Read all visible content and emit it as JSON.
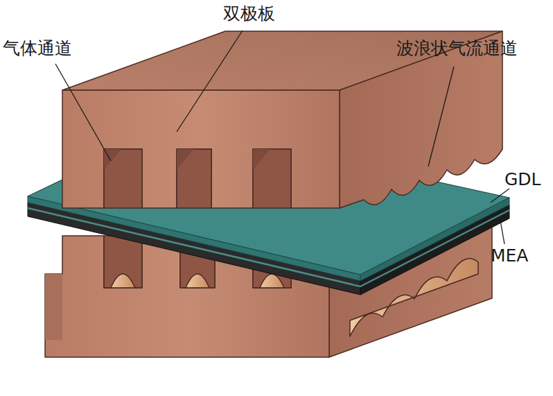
{
  "diagram": {
    "labels": [
      "双极板",
      "气体通道",
      "波浪状气流通道",
      "GDL",
      "MEA"
    ]
  }
}
